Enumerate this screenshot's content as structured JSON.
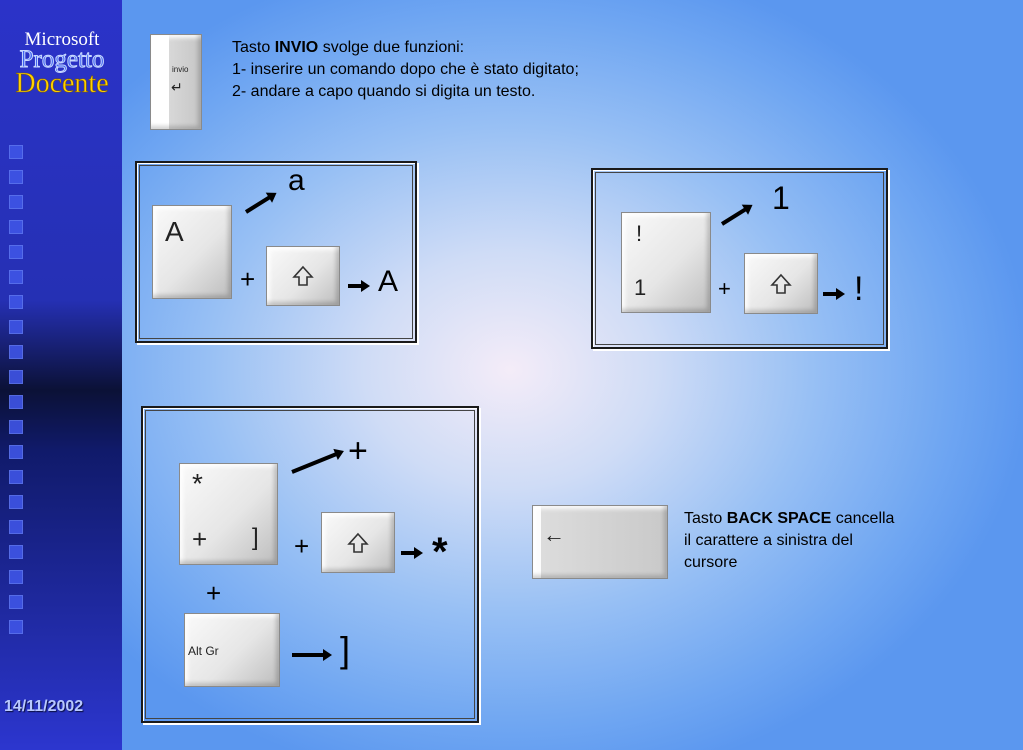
{
  "logo": {
    "line1": "Microsoft",
    "line2": "Progetto",
    "line3": "Docente"
  },
  "date": "14/11/2002",
  "invio": {
    "key_label": "invio",
    "p_prefix": "Tasto ",
    "p_bold": "INVIO",
    "p_suffix": " svolge due funzioni:",
    "line1": "1- inserire un comando dopo che è stato digitato;",
    "line2": "2- andare a capo quando si digita un testo."
  },
  "box_a": {
    "key": "A",
    "result_lower": "a",
    "plus": "+",
    "result_upper": "A"
  },
  "box_1": {
    "key_top": "!",
    "key_bottom": "1",
    "result": "1",
    "plus": "+",
    "result_shift": "!"
  },
  "box_plus": {
    "key_top": "*",
    "key_bottom_left": "+",
    "key_bottom_right": "]",
    "result": "+",
    "plus1": "+",
    "result_shift": "*",
    "plus2": "+",
    "altgr_label": "Alt Gr",
    "result_altgr": "]"
  },
  "backspace": {
    "prefix": "Tasto ",
    "bold": "BACK SPACE",
    "suffix": " cancella",
    "line2": "il carattere a sinistra del",
    "line3": "cursore"
  }
}
